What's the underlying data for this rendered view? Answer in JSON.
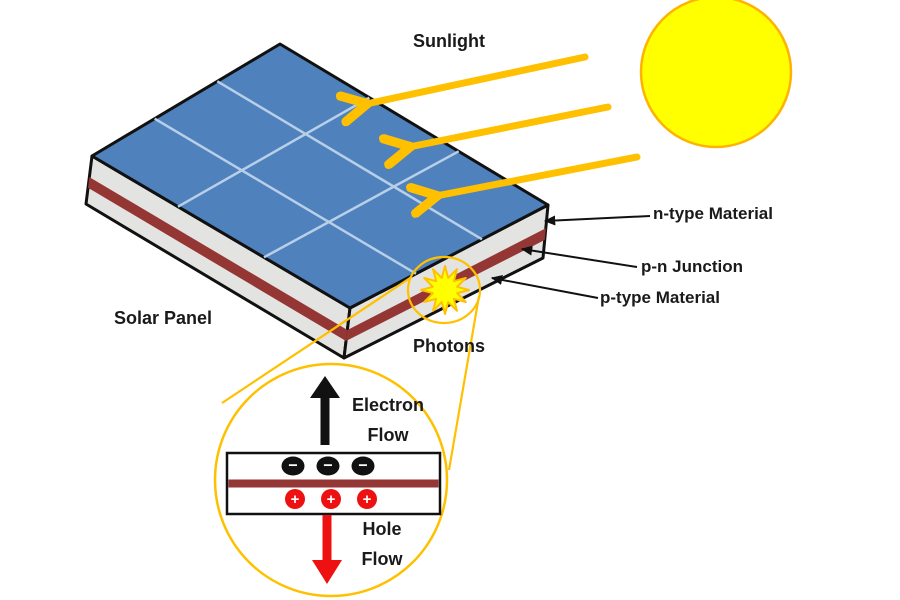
{
  "labels": {
    "sunlight": "Sunlight",
    "solar_panel": "Solar Panel",
    "photons": "Photons",
    "n_type": "n-type Material",
    "pn_junction": "p-n Junction",
    "p_type": "p-type Material",
    "electron_flow": {
      "line1": "Electron",
      "line2": "Flow"
    },
    "hole_flow": {
      "line1": "Hole",
      "line2": "Flow"
    }
  },
  "symbols": {
    "electron": "−",
    "hole": "+"
  },
  "counts": {
    "electrons": 3,
    "holes": 3,
    "sun_rays": 3
  },
  "colors": {
    "panel_top": "#4f81bd",
    "panel_grid": "#b8cfe8",
    "panel_side": "#e3e3e1",
    "junction_red": "#943634",
    "sun_fill": "#ffff00",
    "sun_stroke": "#ffb300",
    "ray_orange": "#ffc000",
    "electron_black": "#111111",
    "hole_red": "#ee1111",
    "outline_black": "#111111",
    "text": "#1a1a1a"
  }
}
